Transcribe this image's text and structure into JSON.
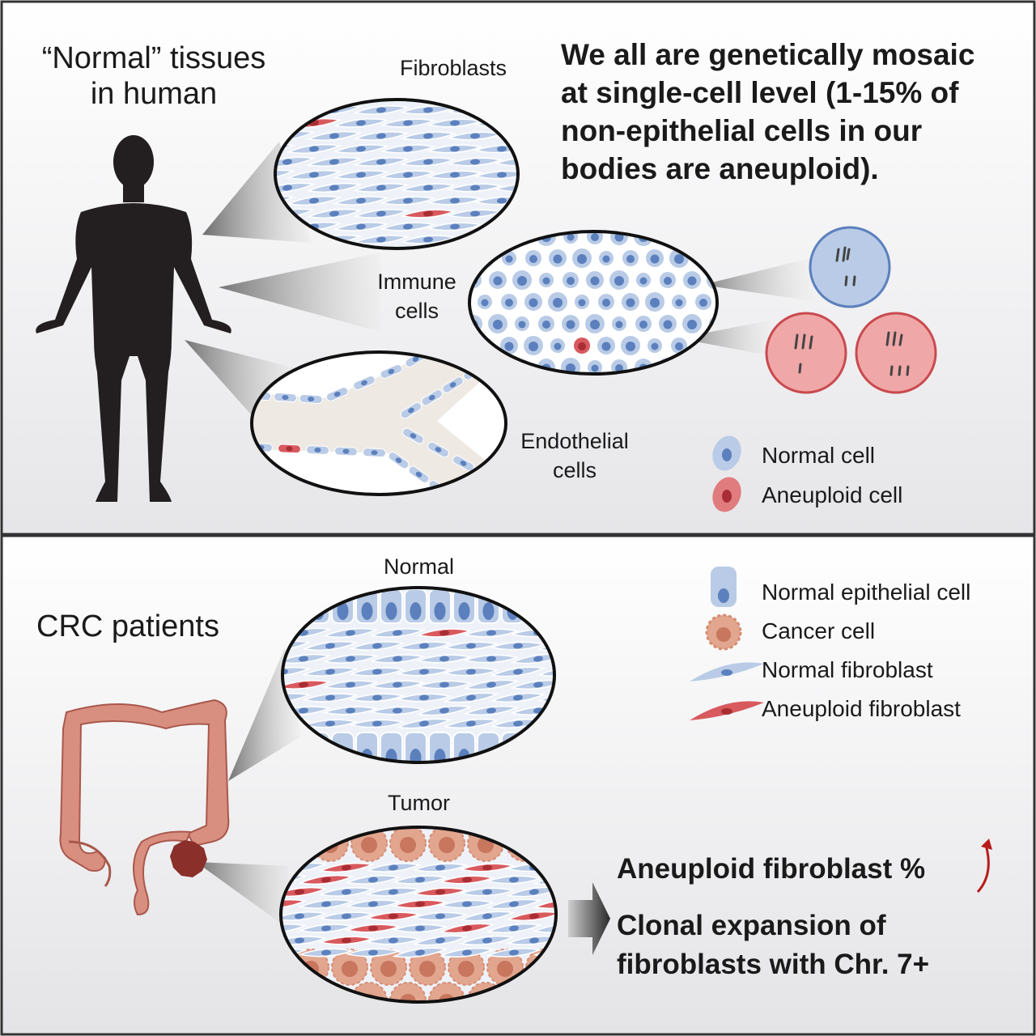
{
  "top_panel": {
    "title": "“Normal” tissues in human",
    "title_lines": [
      "“Normal” tissues",
      "in human"
    ],
    "headline_lines": [
      "We all are genetically mosaic",
      "at single-cell level (1-15% of",
      "non-epithelial cells in our",
      "bodies are aneuploid)."
    ],
    "labels": {
      "fibroblasts": "Fibroblasts",
      "immune": [
        "Immune",
        "cells"
      ],
      "endothelial": [
        "Endothelial",
        "cells"
      ]
    },
    "legend": {
      "normal": "Normal cell",
      "aneuploid": "Aneuploid cell"
    }
  },
  "bottom_panel": {
    "title": "CRC patients",
    "labels": {
      "normal": "Normal",
      "tumor": "Tumor"
    },
    "legend": {
      "epithelial": "Normal epithelial cell",
      "cancer": "Cancer cell",
      "normal_fibroblast": "Normal fibroblast",
      "aneuploid_fibroblast": "Aneuploid fibroblast"
    },
    "findings": {
      "line1": "Aneuploid fibroblast %",
      "line2": "Clonal expansion of",
      "line3": "fibroblasts with Chr. 7+"
    }
  },
  "colors": {
    "normal_cell": "#b9cbe6",
    "normal_nucleus": "#5b80bd",
    "aneuploid_cell": "#d85a5e",
    "aneuploid_nucleus": "#a92d34",
    "cancer_cell": "#e2a58e",
    "cancer_nucleus": "#c8765e",
    "colon": "#d98f80",
    "tumor": "#8a2f2a",
    "up_arrow": "#b71c1c"
  }
}
